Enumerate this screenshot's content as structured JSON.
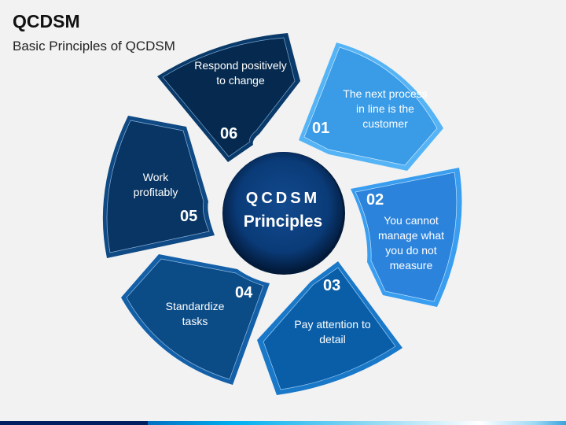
{
  "header": {
    "title": "QCDSM",
    "subtitle": "Basic Principles of QCDSM"
  },
  "center": {
    "line1": "QCDSM",
    "line2": "Principles"
  },
  "segments": [
    {
      "number": "01",
      "text": "The next process in line is the customer",
      "color": "#3a9be6"
    },
    {
      "number": "02",
      "text": "You cannot manage what you do not measure",
      "color": "#2b83dc"
    },
    {
      "number": "03",
      "text": "Pay attention to detail",
      "color": "#0a5ea8"
    },
    {
      "number": "04",
      "text": "Standardize tasks",
      "color": "#0b4b86"
    },
    {
      "number": "05",
      "text": "Work profitably",
      "color": "#083563"
    },
    {
      "number": "06",
      "text": "Respond positively to change",
      "color": "#062a4f"
    }
  ],
  "colors": {
    "background": "#f2f2f2",
    "center": "#0a3b78",
    "bar_dark": "#002060",
    "bar_light": "#00b0f0"
  }
}
